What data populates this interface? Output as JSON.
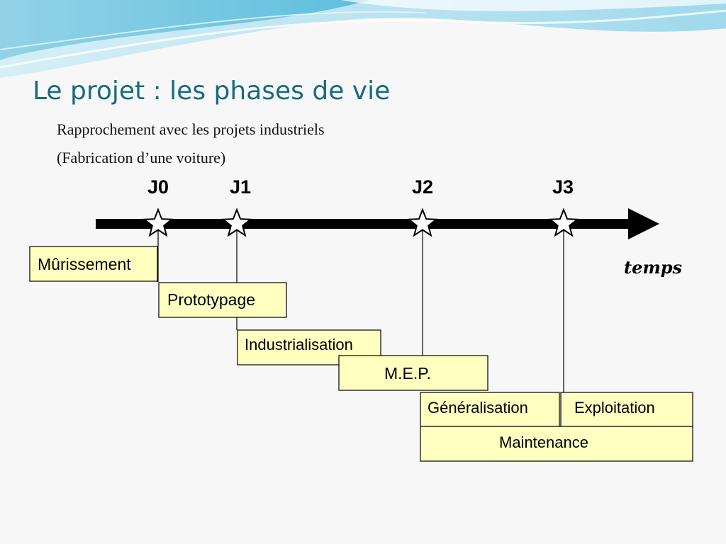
{
  "slide": {
    "title": "Le projet : les phases de vie",
    "subtitle_line1": "Rapprochement avec les projets industriels",
    "subtitle_line2": "(Fabrication d’une voiture)"
  },
  "timeline": {
    "milestones": [
      "J0",
      "J1",
      "J2",
      "J3"
    ],
    "axis_label": "temps"
  },
  "phases": {
    "murissement": "Mûrissement",
    "prototypage": "Prototypage",
    "industrialisation": "Industrialisation",
    "mep": "M.E.P.",
    "generalisation": "Généralisation",
    "exploitation": "Exploitation",
    "maintenance": "Maintenance"
  },
  "colors": {
    "title": "#1a6a7f",
    "box_fill": "#ffffc0",
    "axis": "#000000",
    "banner_light": "#bfe6f2",
    "banner_mid": "#5bbfdc"
  }
}
